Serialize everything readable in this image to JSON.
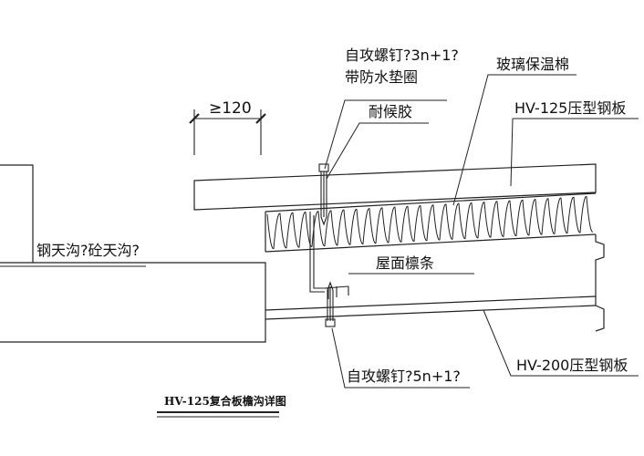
{
  "labels": {
    "dimension": "≥120",
    "screw_top_line1": "自攻螺钉?3n+1?",
    "screw_top_line2": "带防水垫圈",
    "sealant": "耐候胶",
    "insulation": "玻璃保温棉",
    "top_panel": "HV-125压型钢板",
    "gutter": "钢天沟?砼天沟?",
    "purlin": "屋面檩条",
    "screw_bottom": "自攻螺钉?5n+1?",
    "bottom_panel": "HV-200压型钢板"
  },
  "title": "HV-125复合板檐沟详图"
}
